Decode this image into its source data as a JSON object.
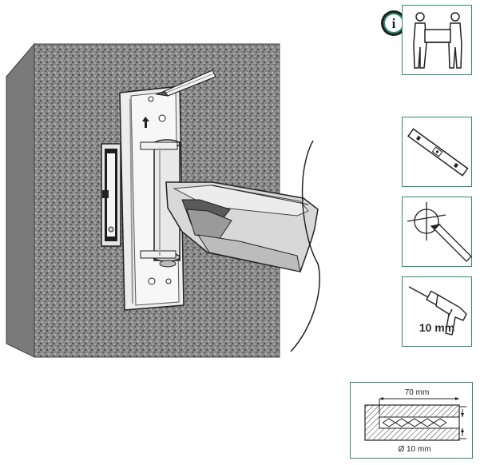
{
  "accent_color": "#2e8a73",
  "icons": {
    "info": "info-icon",
    "two_person": "two-person-lift-icon",
    "level": "spirit-level-icon",
    "mark": "pencil-mark-icon",
    "drill": "drill-icon",
    "hole": "drill-hole-section-icon"
  },
  "info_badge": {
    "glyph": "i"
  },
  "drill_tile": {
    "label": "10 mm"
  },
  "hole_detail": {
    "depth_label": "70 mm",
    "diameter_label": "Ø 10 mm"
  }
}
